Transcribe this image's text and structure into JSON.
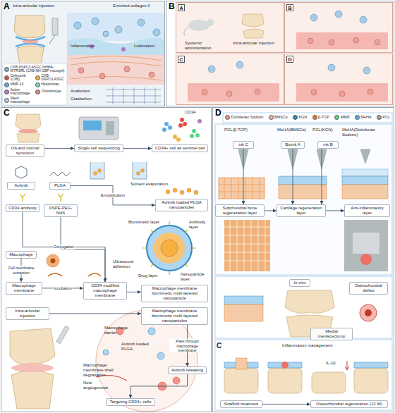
{
  "diagram": {
    "nodes": [
      {
        "text": [
          "A"
        ]
      },
      {
        "text": [
          "B"
        ]
      },
      {
        "text": [
          "A"
        ],
        "in": 1
      },
      {
        "text": [
          "B"
        ],
        "in": 1
      },
      {
        "text": [
          "C"
        ],
        "in": 1
      },
      {
        "text": [
          "D"
        ],
        "in": 1
      },
      {
        "text": [
          "C"
        ]
      },
      {
        "text": [
          "OA and normal synovium"
        ],
        "in": 6
      },
      {
        "text": [
          "Single cell sequencing"
        ],
        "in": 6
      },
      {
        "text": [
          "CD34+ cell as sentinel cell"
        ],
        "in": 6
      },
      {
        "text": [
          "Avitinib"
        ],
        "in": 6
      },
      {
        "text": [
          "PLGA"
        ],
        "in": 6
      },
      {
        "text": [
          "Avitinib loaded PLGA nanoparticles"
        ],
        "in": 6
      },
      {
        "text": [
          "CD34 antibody"
        ],
        "in": 6
      },
      {
        "text": [
          "DSPE-PEG-NHS"
        ],
        "in": 6
      },
      {
        "text": [
          "Macrophage"
        ],
        "in": 6
      },
      {
        "text": [
          "Macrophage membrane"
        ],
        "in": 6
      },
      {
        "text": [
          "CD34 modified macrophage membrane"
        ],
        "in": 6
      },
      {
        "text": [
          "Macrophage membrane biomimetic multi-layered nanoparticle"
        ],
        "in": 6
      },
      {
        "text": [
          "Intra-articular injection"
        ],
        "in": 6
      },
      {
        "text": [
          "Macrophage membrane biomimetic multi-layered nanoparticles"
        ],
        "in": 6
      },
      {
        "text": [
          "Avitinib releasing"
        ],
        "in": 6
      },
      {
        "text": [
          "Targeting CD34+ cells"
        ],
        "in": 6
      },
      {
        "text": [
          "D"
        ]
      },
      {
        "text": [
          "ink C"
        ],
        "in": 23
      },
      {
        "text": [
          "Bioink A"
        ],
        "in": 23
      },
      {
        "text": [
          "ink B"
        ],
        "in": 23
      },
      {
        "text": [
          "Subchondral bone regeneration layer"
        ],
        "in": 23
      },
      {
        "text": [
          "Cartilage regeneration layer"
        ],
        "in": 23
      },
      {
        "text": [
          "Anti-inflammatory layer"
        ],
        "in": 23
      },
      {
        "text": [
          "In vivo"
        ],
        "in": 23
      },
      {
        "text": [
          "Osteochondral defect"
        ],
        "in": 23
      },
      {
        "text": [
          "Medial meniscectomy"
        ],
        "in": 23
      },
      {
        "text": [
          "Scaffold treatment"
        ],
        "in": 23
      },
      {
        "text": [
          "Osteochondral regeneration (12 W)"
        ],
        "in": 23
      }
    ],
    "edges": [
      {
        "from": 7,
        "to": 8,
        "arrow": "to"
      },
      {
        "from": 8,
        "to": 9,
        "arrow": "to"
      },
      {
        "from": 11,
        "to": 12,
        "arrow": "to",
        "label": "Emulsification"
      },
      {
        "from": 13,
        "to": 17,
        "arrow": "to",
        "label": "Conjugation"
      },
      {
        "from": 14,
        "to": 17,
        "arrow": "to"
      },
      {
        "from": 15,
        "to": 16,
        "arrow": "to",
        "label": "Cell membrane extraction"
      },
      {
        "from": 16,
        "to": 17,
        "arrow": "to",
        "label": "Incubation"
      },
      {
        "from": 17,
        "to": 18,
        "arrow": "to"
      },
      {
        "from": 19,
        "to": 20,
        "arrow": "to"
      },
      {
        "from": 20,
        "to": 21,
        "arrow": "to",
        "label": "Pass through macrophage membrane"
      },
      {
        "from": 21,
        "to": 22,
        "arrow": "to"
      },
      {
        "from": 24,
        "to": 27,
        "arrow": "to"
      },
      {
        "from": 25,
        "to": 28,
        "arrow": "to"
      },
      {
        "from": 26,
        "to": 28,
        "arrow": "to"
      },
      {
        "from": 27,
        "to": 28,
        "arrow": "to"
      },
      {
        "from": 28,
        "to": 29,
        "arrow": "to"
      },
      {
        "from": 33,
        "to": 34,
        "arrow": "to"
      }
    ],
    "labels": [
      "Intra-articular injection",
      "Enriched collagen II",
      "Inflammation",
      "Lubrication",
      "Anabolism",
      "Catabolism",
      "Systemic administration",
      "Intra-articular injection",
      "CD34",
      "Solvent evaporation",
      "Ultrasound adhesion",
      "Biomimetic layer",
      "Antibody layer",
      "Drug layer",
      "Nanoparticle layer",
      "Macrophage barrier",
      "Avitinib loaded PLGA",
      "Macrophage membrane shell degradation",
      "New angiogenesis",
      "PCL(β-TCP)",
      "MeHA(BMSCs)",
      "PCL(KGN)",
      "MeHA(Diclofenac Sodium)",
      "C",
      "Inflammatory management",
      "IL-1β"
    ],
    "legend": [
      {
        "text": "CXB-DSPC/LASGC-NHMA-WTRSRL (CXB-NH-CBP microgel)",
        "color": "#7fb3d5"
      },
      {
        "text": "Celecoxib (CXB)",
        "color": "#e74c3c"
      },
      {
        "text": "CXB-DSPC/LASGC",
        "color": "#f5b041"
      },
      {
        "text": "MMP-13",
        "color": "#5dade2"
      },
      {
        "text": "Hyaluronan",
        "color": "#76d7c4"
      },
      {
        "text": "Active macrophage",
        "color": "#af7ac5"
      },
      {
        "text": "Chondrocyte",
        "color": "#d98880"
      },
      {
        "text": "Silent macrophage",
        "color": "#a9cce3"
      },
      {
        "text": "Diclofenac Sodium",
        "color": "#f1948a"
      },
      {
        "text": "BMSCs",
        "color": "#e6b0aa"
      },
      {
        "text": "KGN",
        "color": "#2e86c1"
      },
      {
        "text": "β-TCP",
        "color": "#e67e22"
      },
      {
        "text": "MMP",
        "color": "#58d68d"
      },
      {
        "text": "MeHA",
        "color": "#5dade2"
      },
      {
        "text": "PCL",
        "color": "#95a5a6"
      }
    ]
  }
}
